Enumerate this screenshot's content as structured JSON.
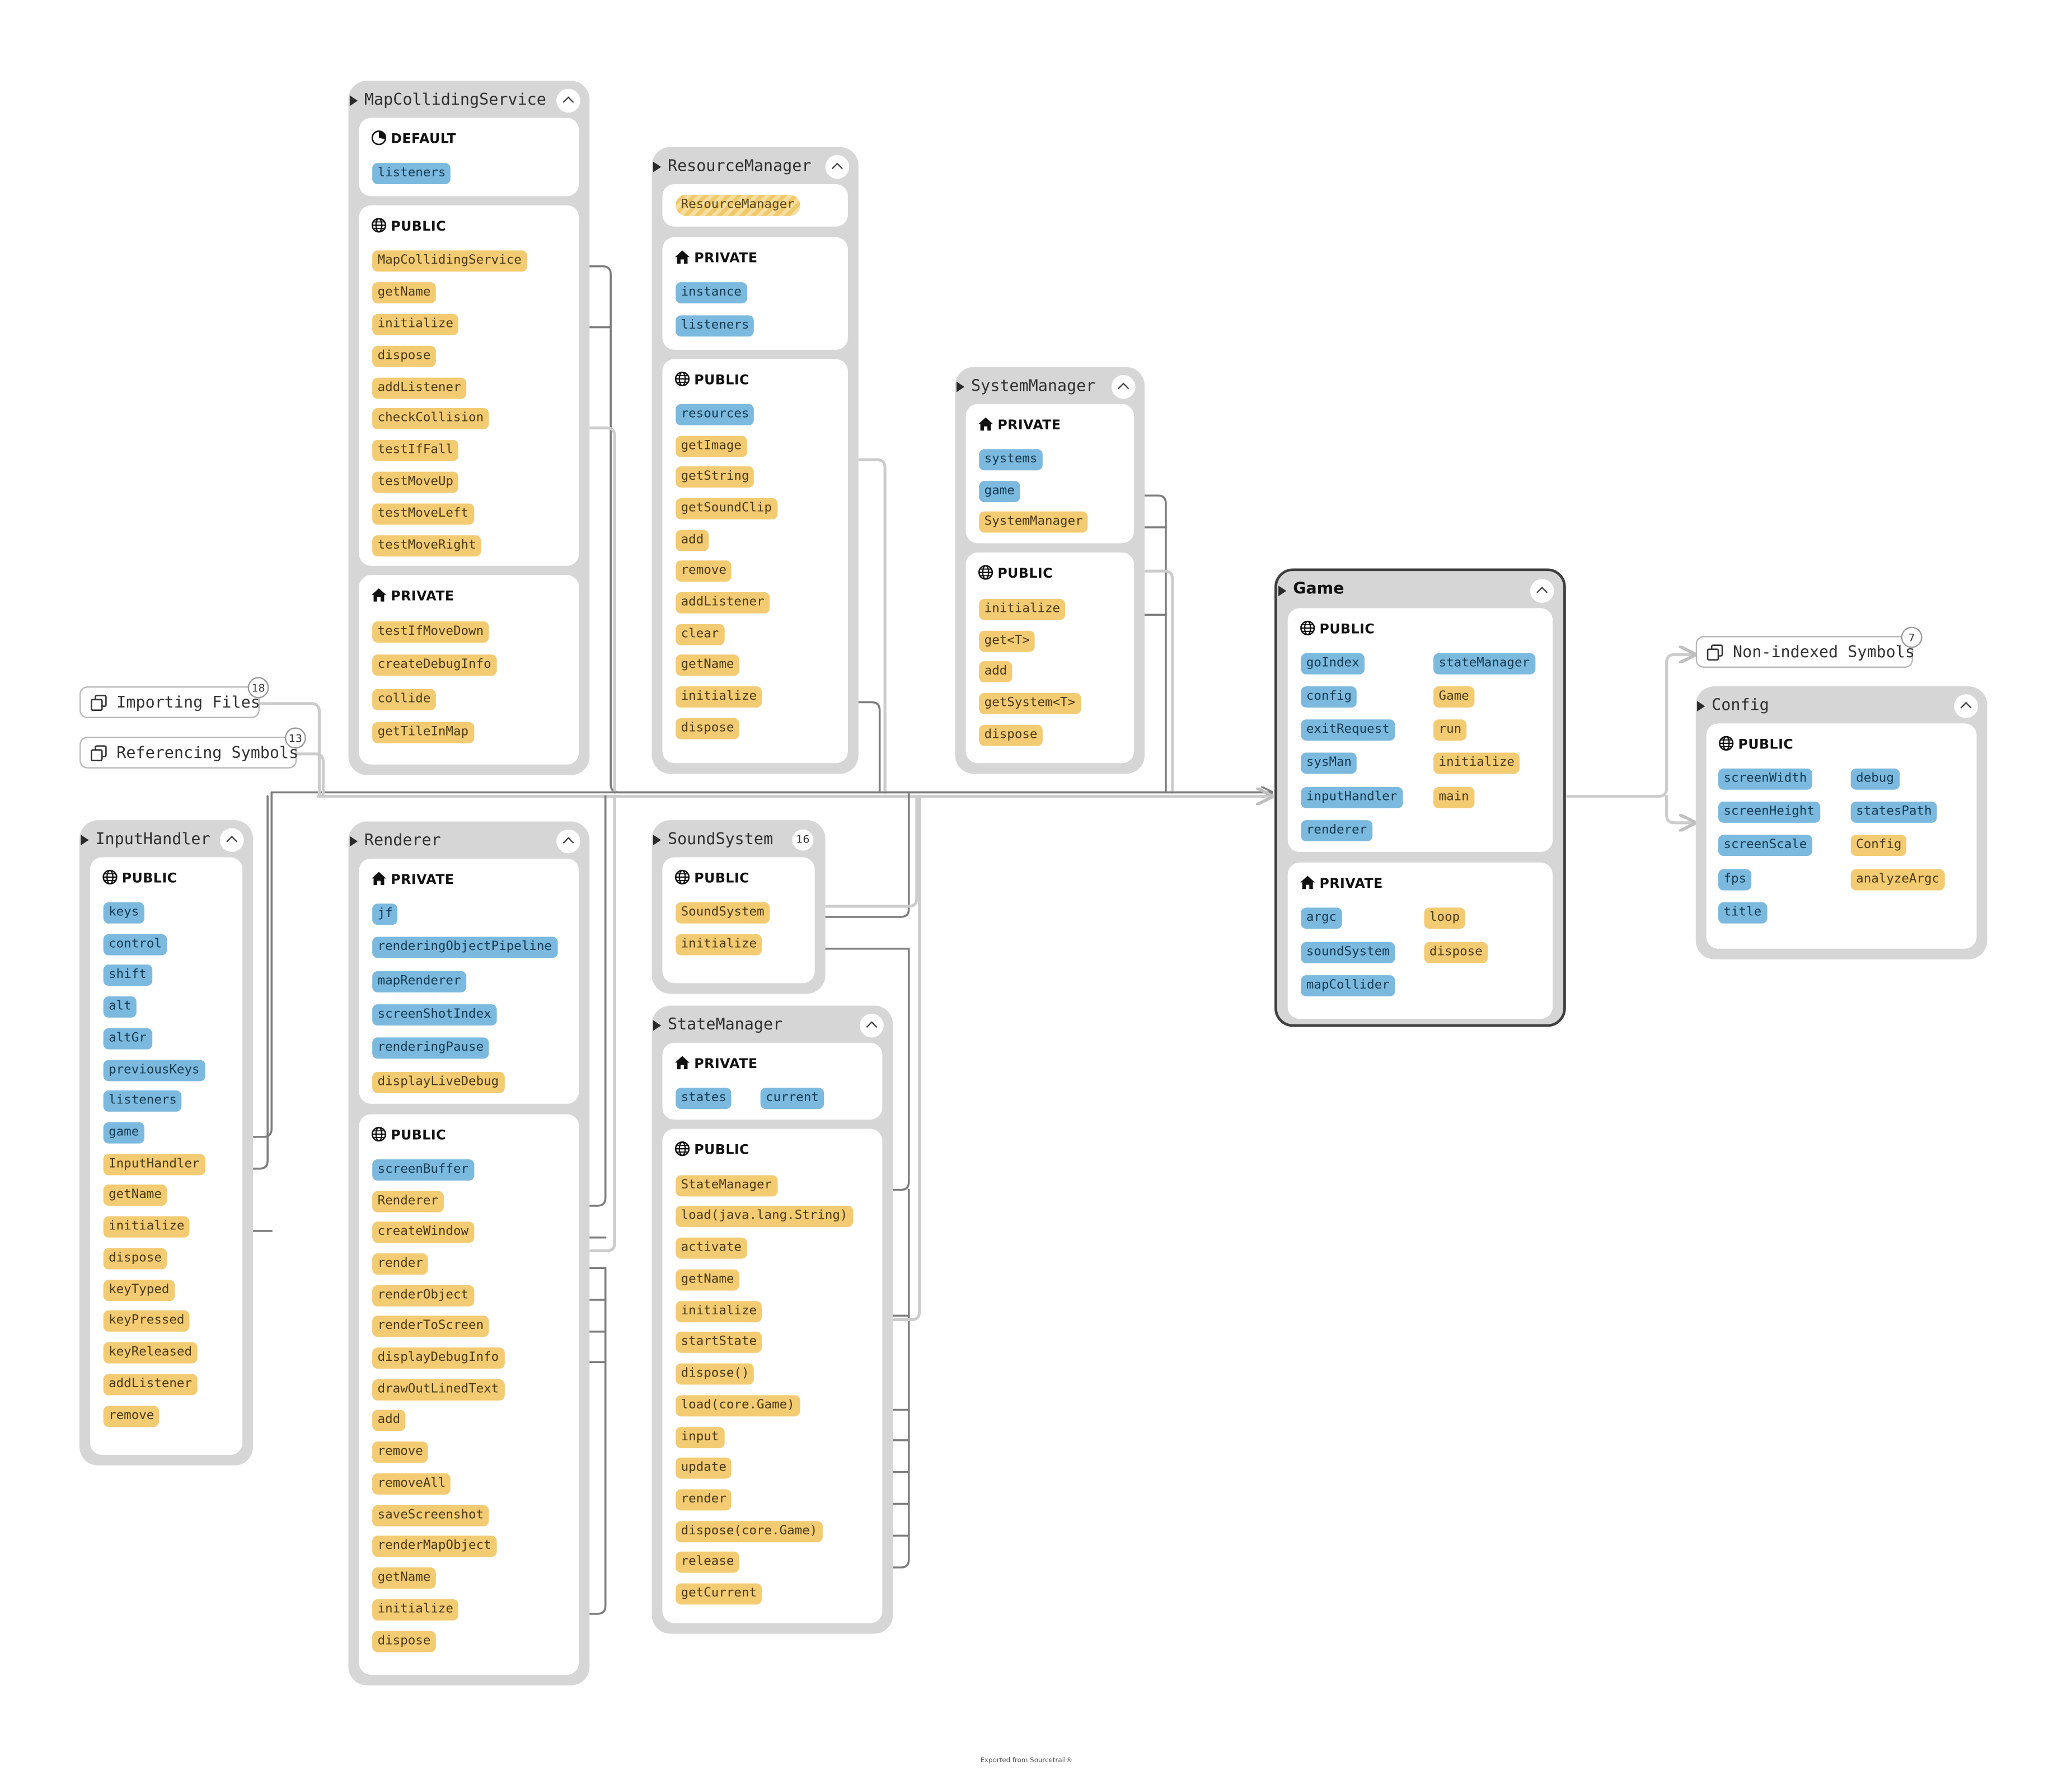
{
  "footer": "Exported from Sourcetrail®",
  "bundles": [
    {
      "id": "importing-files",
      "label": "Importing Files",
      "count": "18"
    },
    {
      "id": "referencing-symbols",
      "label": "Referencing Symbols",
      "count": "13"
    },
    {
      "id": "non-indexed-symbols",
      "label": "Non-indexed Symbols",
      "count": "7"
    }
  ],
  "nodes": {
    "MapCollidingService": {
      "title": "MapCollidingService",
      "sections": [
        {
          "label": "DEFAULT",
          "members": [
            {
              "name": "listeners",
              "kind": "var"
            }
          ]
        },
        {
          "label": "PUBLIC",
          "members": [
            {
              "name": "MapCollidingService",
              "kind": "fn"
            },
            {
              "name": "getName",
              "kind": "fn"
            },
            {
              "name": "initialize",
              "kind": "fn"
            },
            {
              "name": "dispose",
              "kind": "fn"
            },
            {
              "name": "addListener",
              "kind": "fn"
            },
            {
              "name": "checkCollision",
              "kind": "fn"
            },
            {
              "name": "testIfFall",
              "kind": "fn"
            },
            {
              "name": "testMoveUp",
              "kind": "fn"
            },
            {
              "name": "testMoveLeft",
              "kind": "fn"
            },
            {
              "name": "testMoveRight",
              "kind": "fn"
            }
          ]
        },
        {
          "label": "PRIVATE",
          "members": [
            {
              "name": "testIfMoveDown",
              "kind": "fn"
            },
            {
              "name": "createDebugInfo",
              "kind": "fn"
            },
            {
              "name": "collide",
              "kind": "fn"
            },
            {
              "name": "getTileInMap",
              "kind": "fn"
            }
          ]
        }
      ]
    },
    "ResourceManager": {
      "title": "ResourceManager",
      "sections": [
        {
          "label": "",
          "members": [
            {
              "name": "ResourceManager",
              "kind": "hatch"
            }
          ]
        },
        {
          "label": "PRIVATE",
          "members": [
            {
              "name": "instance",
              "kind": "var"
            },
            {
              "name": "listeners",
              "kind": "var"
            }
          ]
        },
        {
          "label": "PUBLIC",
          "members": [
            {
              "name": "resources",
              "kind": "var"
            },
            {
              "name": "getImage",
              "kind": "fn"
            },
            {
              "name": "getString",
              "kind": "fn"
            },
            {
              "name": "getSoundClip",
              "kind": "fn"
            },
            {
              "name": "add",
              "kind": "fn"
            },
            {
              "name": "remove",
              "kind": "fn"
            },
            {
              "name": "addListener",
              "kind": "fn"
            },
            {
              "name": "clear",
              "kind": "fn"
            },
            {
              "name": "getName",
              "kind": "fn"
            },
            {
              "name": "initialize",
              "kind": "fn"
            },
            {
              "name": "dispose",
              "kind": "fn"
            }
          ]
        }
      ]
    },
    "SystemManager": {
      "title": "SystemManager",
      "sections": [
        {
          "label": "PRIVATE",
          "members": [
            {
              "name": "systems",
              "kind": "var"
            },
            {
              "name": "game",
              "kind": "var"
            },
            {
              "name": "SystemManager",
              "kind": "fn"
            }
          ]
        },
        {
          "label": "PUBLIC",
          "members": [
            {
              "name": "initialize",
              "kind": "fn"
            },
            {
              "name": "get<T>",
              "kind": "fn"
            },
            {
              "name": "add",
              "kind": "fn"
            },
            {
              "name": "getSystem<T>",
              "kind": "fn"
            },
            {
              "name": "dispose",
              "kind": "fn"
            }
          ]
        }
      ]
    },
    "Game": {
      "title": "Game",
      "sections": [
        {
          "label": "PUBLIC",
          "members": [
            {
              "name": "goIndex",
              "kind": "var"
            },
            {
              "name": "stateManager",
              "kind": "var"
            },
            {
              "name": "config",
              "kind": "var"
            },
            {
              "name": "Game",
              "kind": "fn"
            },
            {
              "name": "exitRequest",
              "kind": "var"
            },
            {
              "name": "run",
              "kind": "fn"
            },
            {
              "name": "sysMan",
              "kind": "var"
            },
            {
              "name": "initialize",
              "kind": "fn"
            },
            {
              "name": "inputHandler",
              "kind": "var"
            },
            {
              "name": "main",
              "kind": "fn"
            },
            {
              "name": "renderer",
              "kind": "var"
            }
          ]
        },
        {
          "label": "PRIVATE",
          "members": [
            {
              "name": "argc",
              "kind": "var"
            },
            {
              "name": "loop",
              "kind": "fn"
            },
            {
              "name": "soundSystem",
              "kind": "var"
            },
            {
              "name": "dispose",
              "kind": "fn"
            },
            {
              "name": "mapCollider",
              "kind": "var"
            }
          ]
        }
      ]
    },
    "Config": {
      "title": "Config",
      "sections": [
        {
          "label": "PUBLIC",
          "members": [
            {
              "name": "screenWidth",
              "kind": "var"
            },
            {
              "name": "debug",
              "kind": "var"
            },
            {
              "name": "screenHeight",
              "kind": "var"
            },
            {
              "name": "statesPath",
              "kind": "var"
            },
            {
              "name": "screenScale",
              "kind": "var"
            },
            {
              "name": "Config",
              "kind": "fn"
            },
            {
              "name": "fps",
              "kind": "var"
            },
            {
              "name": "analyzeArgc",
              "kind": "fn"
            },
            {
              "name": "title",
              "kind": "var"
            }
          ]
        }
      ]
    },
    "InputHandler": {
      "title": "InputHandler",
      "sections": [
        {
          "label": "PUBLIC",
          "members": [
            {
              "name": "keys",
              "kind": "var"
            },
            {
              "name": "control",
              "kind": "var"
            },
            {
              "name": "shift",
              "kind": "var"
            },
            {
              "name": "alt",
              "kind": "var"
            },
            {
              "name": "altGr",
              "kind": "var"
            },
            {
              "name": "previousKeys",
              "kind": "var"
            },
            {
              "name": "listeners",
              "kind": "var"
            },
            {
              "name": "game",
              "kind": "var"
            },
            {
              "name": "InputHandler",
              "kind": "fn"
            },
            {
              "name": "getName",
              "kind": "fn"
            },
            {
              "name": "initialize",
              "kind": "fn"
            },
            {
              "name": "dispose",
              "kind": "fn"
            },
            {
              "name": "keyTyped",
              "kind": "fn"
            },
            {
              "name": "keyPressed",
              "kind": "fn"
            },
            {
              "name": "keyReleased",
              "kind": "fn"
            },
            {
              "name": "addListener",
              "kind": "fn"
            },
            {
              "name": "remove",
              "kind": "fn"
            }
          ]
        }
      ]
    },
    "Renderer": {
      "title": "Renderer",
      "sections": [
        {
          "label": "PRIVATE",
          "members": [
            {
              "name": "jf",
              "kind": "var"
            },
            {
              "name": "renderingObjectPipeline",
              "kind": "var"
            },
            {
              "name": "mapRenderer",
              "kind": "var"
            },
            {
              "name": "screenShotIndex",
              "kind": "var"
            },
            {
              "name": "renderingPause",
              "kind": "var"
            },
            {
              "name": "displayLiveDebug",
              "kind": "fn"
            }
          ]
        },
        {
          "label": "PUBLIC",
          "members": [
            {
              "name": "screenBuffer",
              "kind": "var"
            },
            {
              "name": "Renderer",
              "kind": "fn"
            },
            {
              "name": "createWindow",
              "kind": "fn"
            },
            {
              "name": "render",
              "kind": "fn"
            },
            {
              "name": "renderObject",
              "kind": "fn"
            },
            {
              "name": "renderToScreen",
              "kind": "fn"
            },
            {
              "name": "displayDebugInfo",
              "kind": "fn"
            },
            {
              "name": "drawOutLinedText",
              "kind": "fn"
            },
            {
              "name": "add",
              "kind": "fn"
            },
            {
              "name": "remove",
              "kind": "fn"
            },
            {
              "name": "removeAll",
              "kind": "fn"
            },
            {
              "name": "saveScreenshot",
              "kind": "fn"
            },
            {
              "name": "renderMapObject",
              "kind": "fn"
            },
            {
              "name": "getName",
              "kind": "fn"
            },
            {
              "name": "initialize",
              "kind": "fn"
            },
            {
              "name": "dispose",
              "kind": "fn"
            }
          ]
        }
      ]
    },
    "SoundSystem": {
      "title": "SoundSystem",
      "badge": "16",
      "sections": [
        {
          "label": "PUBLIC",
          "members": [
            {
              "name": "SoundSystem",
              "kind": "fn"
            },
            {
              "name": "initialize",
              "kind": "fn"
            }
          ]
        }
      ]
    },
    "StateManager": {
      "title": "StateManager",
      "sections": [
        {
          "label": "PRIVATE",
          "members": [
            {
              "name": "states",
              "kind": "var"
            },
            {
              "name": "current",
              "kind": "var"
            }
          ]
        },
        {
          "label": "PUBLIC",
          "members": [
            {
              "name": "StateManager",
              "kind": "fn"
            },
            {
              "name": "load(java.lang.String)",
              "kind": "fn"
            },
            {
              "name": "activate",
              "kind": "fn"
            },
            {
              "name": "getName",
              "kind": "fn"
            },
            {
              "name": "initialize",
              "kind": "fn"
            },
            {
              "name": "startState",
              "kind": "fn"
            },
            {
              "name": "dispose()",
              "kind": "fn"
            },
            {
              "name": "load(core.Game)",
              "kind": "fn"
            },
            {
              "name": "input",
              "kind": "fn"
            },
            {
              "name": "update",
              "kind": "fn"
            },
            {
              "name": "render",
              "kind": "fn"
            },
            {
              "name": "dispose(core.Game)",
              "kind": "fn"
            },
            {
              "name": "release",
              "kind": "fn"
            },
            {
              "name": "getCurrent",
              "kind": "fn"
            }
          ]
        }
      ]
    }
  }
}
